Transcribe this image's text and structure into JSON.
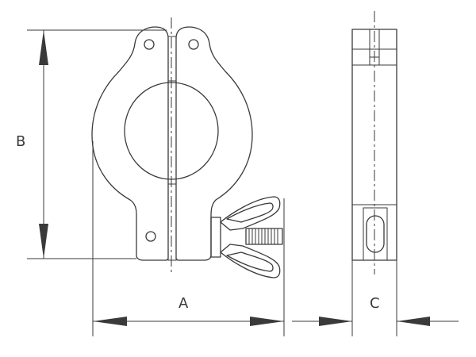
{
  "dimensions": {
    "a_label": "A",
    "b_label": "B",
    "c_label": "C"
  },
  "colors": {
    "line": "#3a3a3a",
    "background": "#ffffff"
  }
}
